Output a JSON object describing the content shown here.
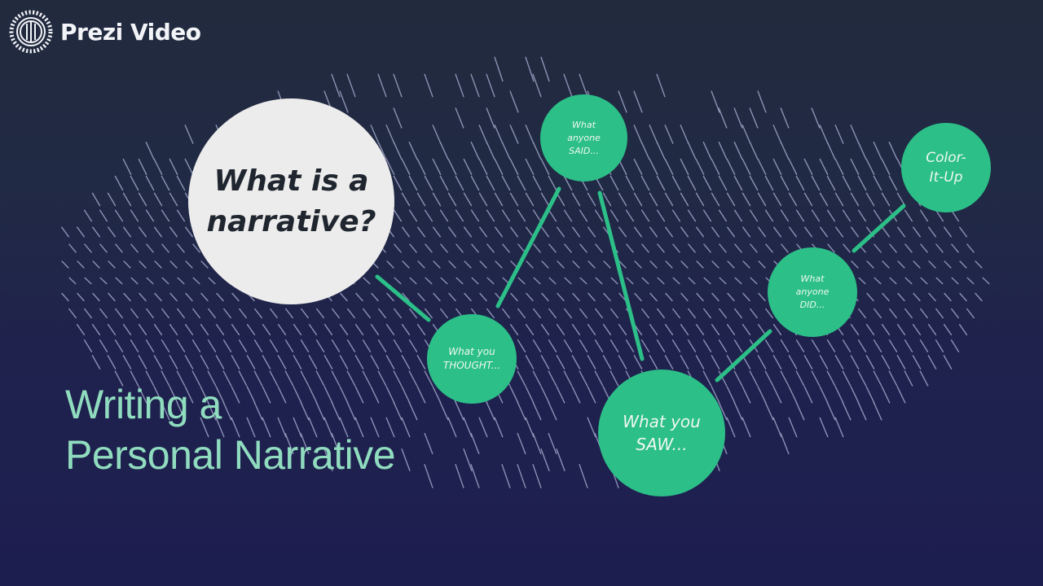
{
  "brand": {
    "logo_icon": "prezi-logo-icon",
    "name": "Prezi Video"
  },
  "slide": {
    "title_line1": "Writing a",
    "title_line2": "Personal Narrative",
    "main_node": {
      "line1": "What is a",
      "line2": "narrative?"
    },
    "nodes": [
      {
        "id": "thought",
        "lines": [
          "What you",
          "THOUGHT..."
        ]
      },
      {
        "id": "said",
        "lines": [
          "What",
          "anyone",
          "SAID..."
        ]
      },
      {
        "id": "saw",
        "lines": [
          "What you",
          "SAW..."
        ]
      },
      {
        "id": "did",
        "lines": [
          "What",
          "anyone",
          "DID..."
        ]
      },
      {
        "id": "color",
        "lines": [
          "Color-",
          "It-Up"
        ]
      }
    ]
  },
  "colors": {
    "background_top": "#222a3e",
    "background_bottom": "#1d1e50",
    "node_green": "#2cbf88",
    "node_white": "#ececec",
    "title_mint": "#90dcbf",
    "connector": "#2cbf88",
    "dash": "#9fa6c8"
  }
}
